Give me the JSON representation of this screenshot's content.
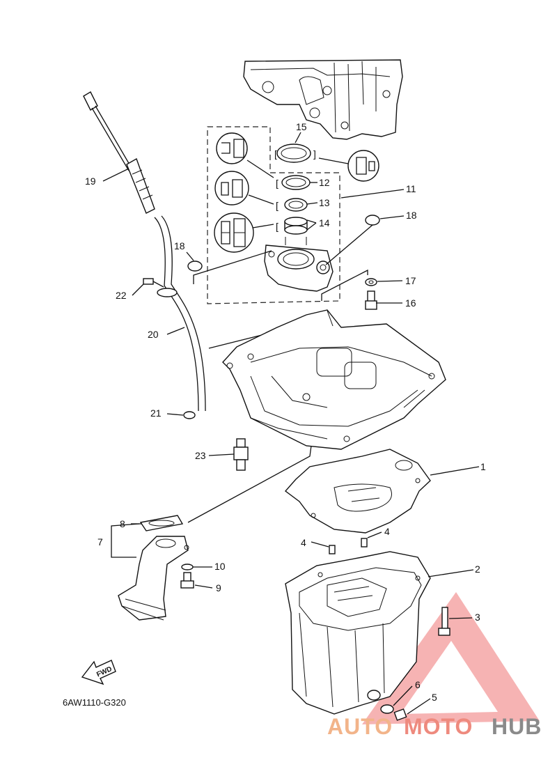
{
  "diagram": {
    "code": "6AW1110-G320",
    "fwd_label": "FWD",
    "callouts": [
      "1",
      "2",
      "3",
      "4",
      "4",
      "5",
      "6",
      "7",
      "8",
      "9",
      "10",
      "11",
      "12",
      "13",
      "14",
      "15",
      "16",
      "17",
      "18",
      "18",
      "19",
      "20",
      "21",
      "22",
      "23"
    ]
  },
  "watermark": {
    "part1": "AUTO",
    "part2": "MOTO",
    "part3": "HUB",
    "colors": {
      "auto": "#f2b48a",
      "moto": "#ee8a7e",
      "hub": "#8a8a8a",
      "triangle": "#f08080"
    }
  }
}
